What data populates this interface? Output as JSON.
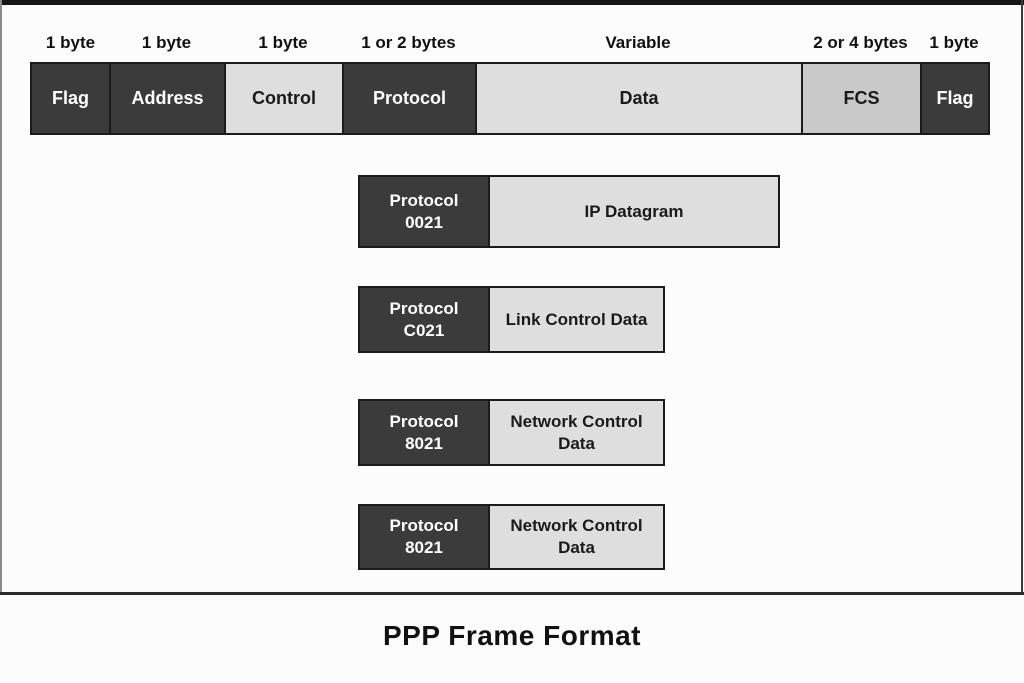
{
  "page": {
    "title": "PPP Frame Format"
  },
  "frame": {
    "segments": [
      {
        "size": "1 byte",
        "label": "Flag",
        "tone": "dark"
      },
      {
        "size": "1 byte",
        "label": "Address",
        "tone": "dark"
      },
      {
        "size": "1 byte",
        "label": "Control",
        "tone": "light"
      },
      {
        "size": "1 or 2 bytes",
        "label": "Protocol",
        "tone": "dark"
      },
      {
        "size": "Variable",
        "label": "Data",
        "tone": "light"
      },
      {
        "size": "2 or 4 bytes",
        "label": "FCS",
        "tone": "mid"
      },
      {
        "size": "1 byte",
        "label": "Flag",
        "tone": "dark"
      }
    ]
  },
  "protocol_examples": [
    {
      "protocol_label": "Protocol",
      "code": "0021",
      "payload": "IP Datagram"
    },
    {
      "protocol_label": "Protocol",
      "code": "C021",
      "payload": "Link Control Data"
    },
    {
      "protocol_label": "Protocol",
      "code": "8021",
      "payload": "Network Control Data"
    },
    {
      "protocol_label": "Protocol",
      "code": "8021",
      "payload": "Network Control Data"
    }
  ],
  "colors": {
    "dark_cell": "#3b3b3b",
    "light_cell": "#dedede",
    "fcs_cell": "#c9c9c9",
    "border": "#1b1b1b",
    "top_bar": "#161616",
    "background": "#fcfcfc"
  }
}
